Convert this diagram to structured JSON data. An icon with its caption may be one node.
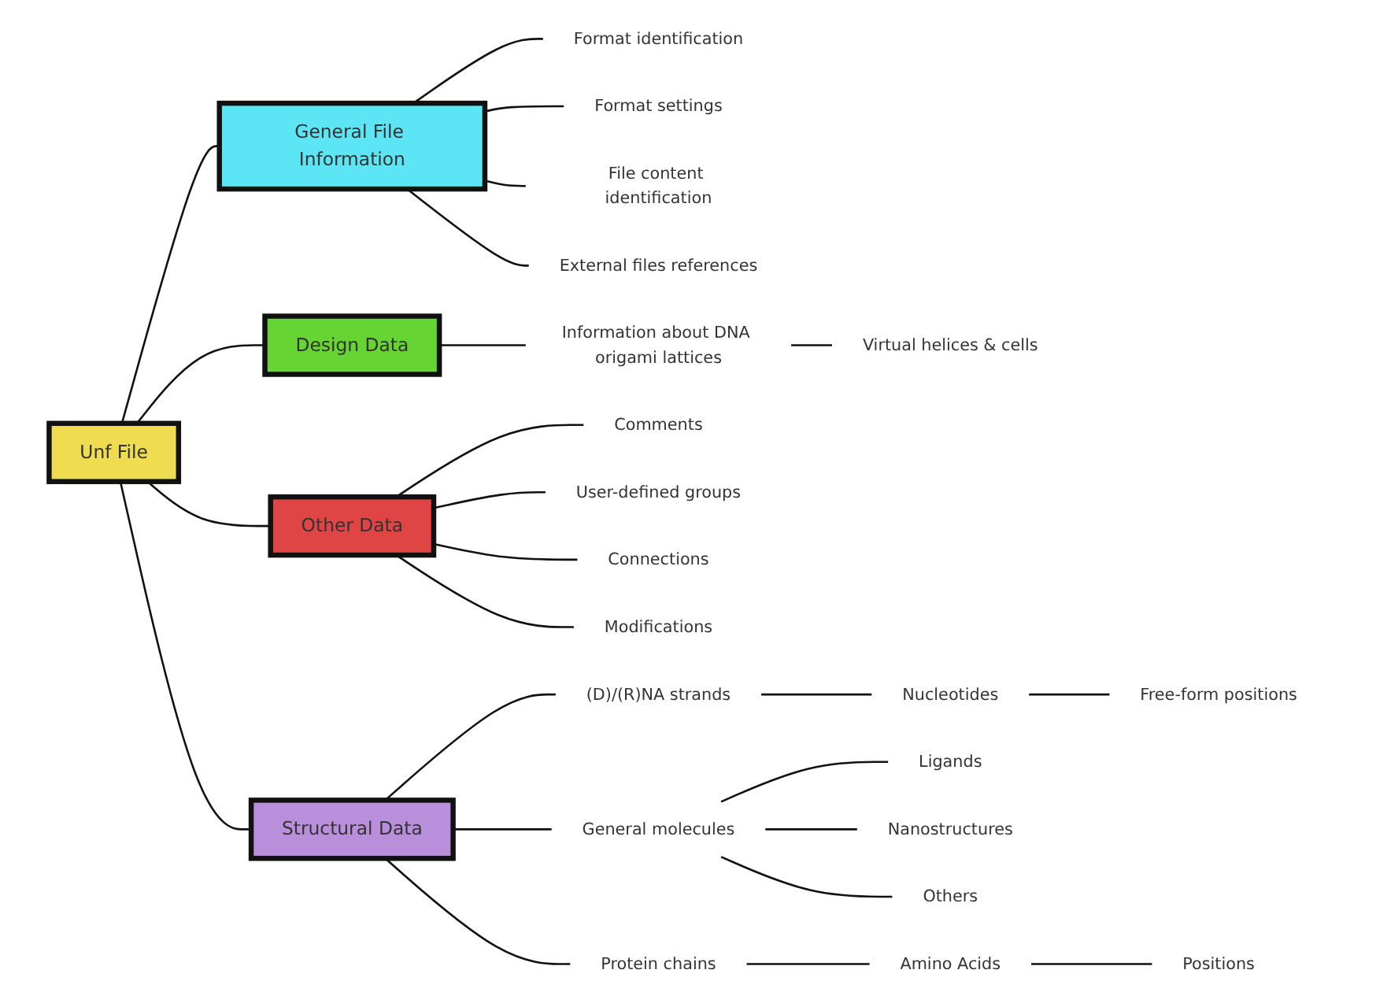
{
  "diagram": {
    "nodes": [
      {
        "text": [
          "Unf File"
        ]
      },
      {
        "text": [
          "General File Information"
        ]
      },
      {
        "text": [
          "Format identification"
        ]
      },
      {
        "text": [
          "Format settings"
        ]
      },
      {
        "text": [
          "File content identification"
        ]
      },
      {
        "text": [
          "External files references"
        ]
      },
      {
        "text": [
          "Design Data"
        ]
      },
      {
        "text": [
          "Information about DNA origami lattices"
        ]
      },
      {
        "text": [
          "Virtual helices & cells"
        ]
      },
      {
        "text": [
          "Other Data"
        ]
      },
      {
        "text": [
          "Comments"
        ]
      },
      {
        "text": [
          "User-defined groups"
        ]
      },
      {
        "text": [
          "Connections"
        ]
      },
      {
        "text": [
          "Modifications"
        ]
      },
      {
        "text": [
          "Structural Data"
        ]
      },
      {
        "text": [
          "(D)/(R)NA strands"
        ]
      },
      {
        "text": [
          "Nucleotides"
        ]
      },
      {
        "text": [
          "Free-form positions"
        ]
      },
      {
        "text": [
          "General molecules"
        ]
      },
      {
        "text": [
          "Ligands"
        ]
      },
      {
        "text": [
          "Nanostructures"
        ]
      },
      {
        "text": [
          "Others"
        ]
      },
      {
        "text": [
          "Protein chains"
        ]
      },
      {
        "text": [
          "Amino Acids"
        ]
      },
      {
        "text": [
          "Positions"
        ]
      }
    ],
    "edges": [
      {
        "from": 0,
        "to": 1,
        "arrow": "none"
      },
      {
        "from": 0,
        "to": 6,
        "arrow": "none"
      },
      {
        "from": 0,
        "to": 9,
        "arrow": "none"
      },
      {
        "from": 0,
        "to": 14,
        "arrow": "none"
      },
      {
        "from": 1,
        "to": 2,
        "arrow": "none"
      },
      {
        "from": 1,
        "to": 3,
        "arrow": "none"
      },
      {
        "from": 1,
        "to": 4,
        "arrow": "none"
      },
      {
        "from": 1,
        "to": 5,
        "arrow": "none"
      },
      {
        "from": 6,
        "to": 7,
        "arrow": "none"
      },
      {
        "from": 7,
        "to": 8,
        "arrow": "none"
      },
      {
        "from": 9,
        "to": 10,
        "arrow": "none"
      },
      {
        "from": 9,
        "to": 11,
        "arrow": "none"
      },
      {
        "from": 9,
        "to": 12,
        "arrow": "none"
      },
      {
        "from": 9,
        "to": 13,
        "arrow": "none"
      },
      {
        "from": 14,
        "to": 15,
        "arrow": "none"
      },
      {
        "from": 14,
        "to": 18,
        "arrow": "none"
      },
      {
        "from": 14,
        "to": 22,
        "arrow": "none"
      },
      {
        "from": 15,
        "to": 16,
        "arrow": "none"
      },
      {
        "from": 16,
        "to": 17,
        "arrow": "none"
      },
      {
        "from": 18,
        "to": 19,
        "arrow": "none"
      },
      {
        "from": 18,
        "to": 20,
        "arrow": "none"
      },
      {
        "from": 18,
        "to": 21,
        "arrow": "none"
      },
      {
        "from": 22,
        "to": 23,
        "arrow": "none"
      },
      {
        "from": 23,
        "to": 24,
        "arrow": "none"
      }
    ]
  }
}
